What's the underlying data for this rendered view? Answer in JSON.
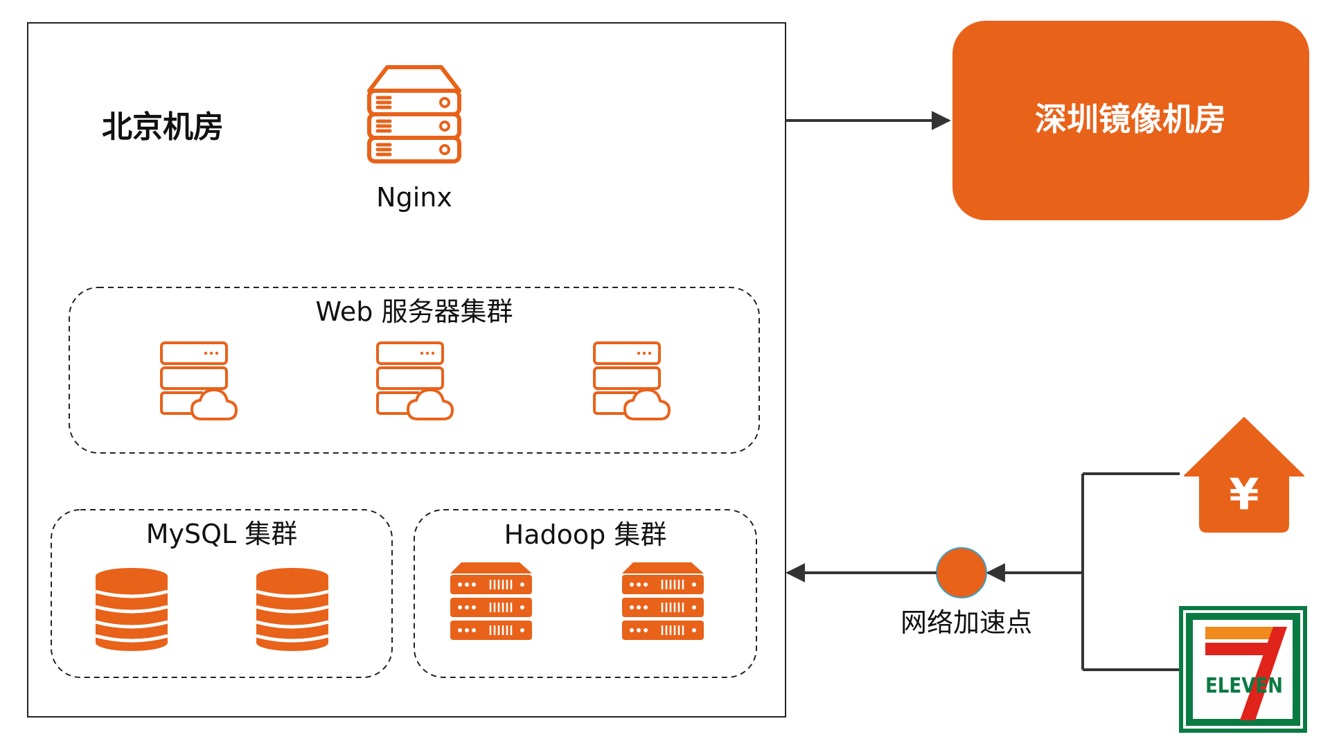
{
  "colors": {
    "accent": "#E8621A",
    "line": "#333333",
    "text": "#111111",
    "seven_eleven_green": "#0A7A43",
    "seven_eleven_red": "#E0231B",
    "seven_eleven_orange": "#F08A1C"
  },
  "beijing": {
    "title": "北京机房",
    "nginx": {
      "label": "Nginx",
      "icon": "server-rack-icon"
    },
    "web_cluster": {
      "label": "Web 服务器集群",
      "servers": 3,
      "icon": "cloud-server-icon"
    },
    "mysql_cluster": {
      "label": "MySQL 集群",
      "databases": 2,
      "icon": "database-icon"
    },
    "hadoop_cluster": {
      "label": "Hadoop 集群",
      "servers": 2,
      "icon": "rack-server-icon"
    }
  },
  "shenzhen": {
    "label": "深圳镜像机房"
  },
  "edge": {
    "accel_label": "网络加速点",
    "sources": [
      {
        "name": "home-price-icon",
        "symbol": "¥"
      },
      {
        "name": "seven-eleven-logo",
        "text": "ELEVEN"
      }
    ]
  }
}
